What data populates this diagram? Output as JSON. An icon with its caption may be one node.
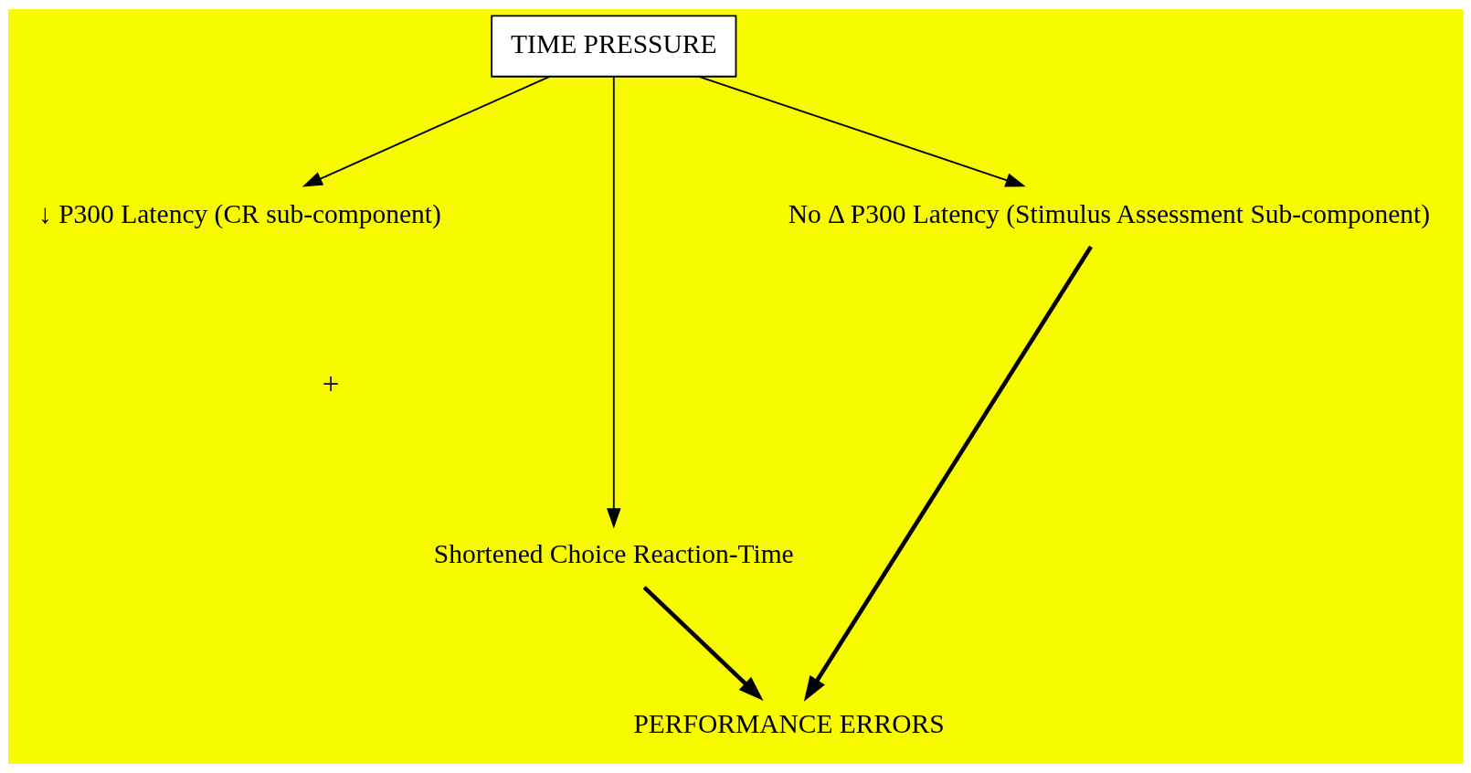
{
  "diagram": {
    "nodes": [
      {
        "text": [
          "TIME PRESSURE"
        ]
      },
      {
        "text": [
          "↓ P300 Latency (CR sub-component)"
        ]
      },
      {
        "text": [
          "Shortened Choice Reaction-Time"
        ]
      },
      {
        "text": [
          "No Δ P300 Latency (Stimulus Assessment Sub-component)"
        ]
      },
      {
        "text": [
          "PERFORMANCE ERRORS"
        ]
      }
    ],
    "edges": [
      {
        "from": 0,
        "to": 1,
        "arrow": "to"
      },
      {
        "from": 0,
        "to": 2,
        "arrow": "to"
      },
      {
        "from": 0,
        "to": 3,
        "arrow": "to"
      },
      {
        "from": 2,
        "to": 4,
        "arrow": "to",
        "style": "thick"
      },
      {
        "from": 3,
        "to": 4,
        "arrow": "to",
        "style": "thick"
      }
    ],
    "labels": [
      "+"
    ]
  }
}
